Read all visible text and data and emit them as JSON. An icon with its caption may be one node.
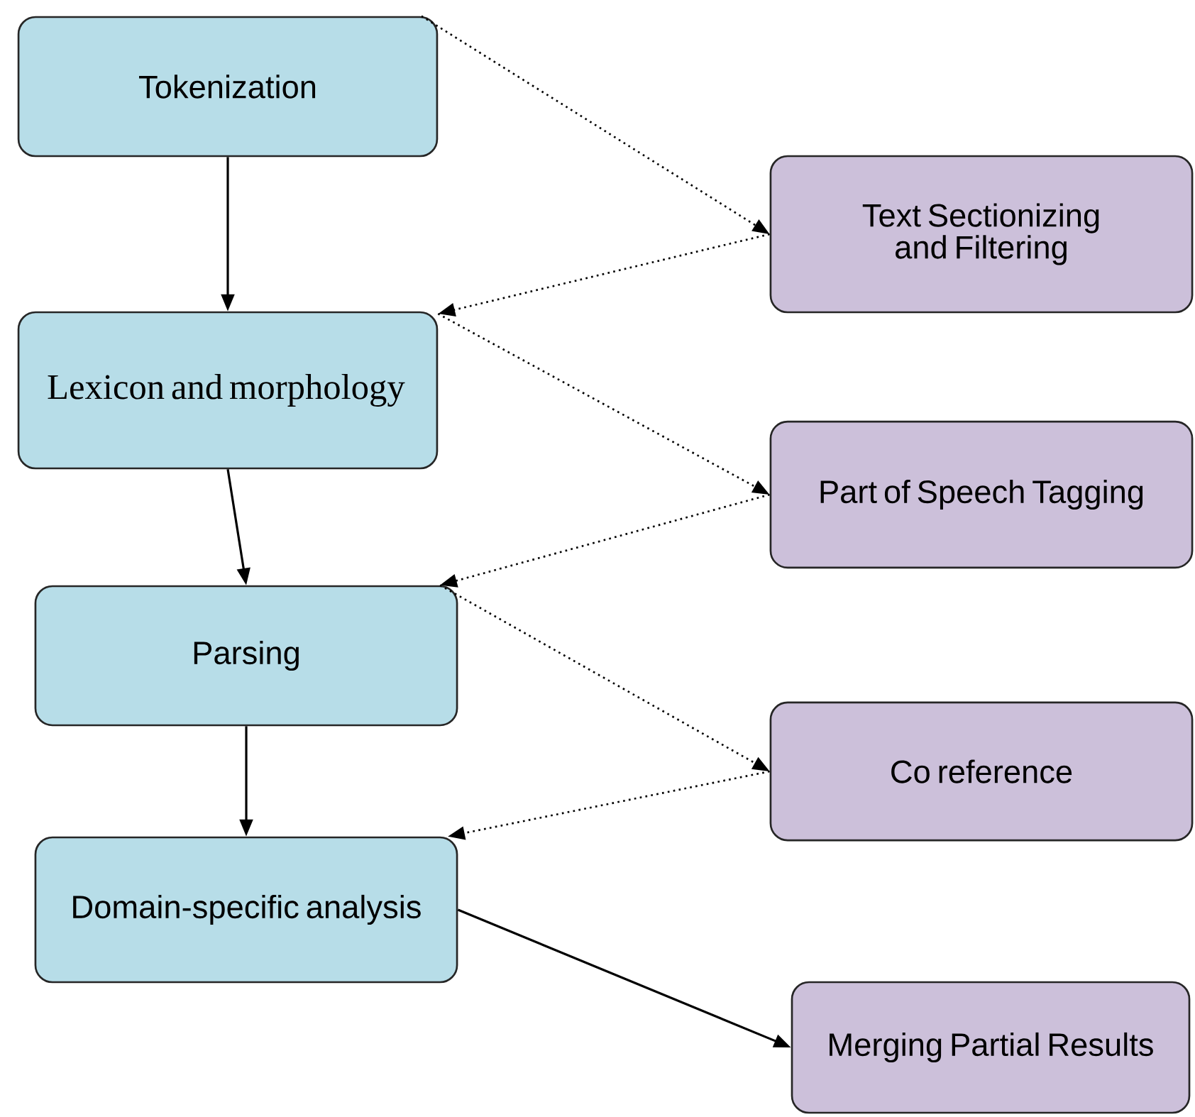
{
  "diagram": {
    "nodes": [
      {
        "text": [
          "Tokenization"
        ]
      },
      {
        "text": [
          "Text Sectionizing and Filtering"
        ]
      },
      {
        "text": [
          "Lexicon and morphology"
        ]
      },
      {
        "text": [
          "Part of Speech Tagging"
        ]
      },
      {
        "text": [
          "Parsing"
        ]
      },
      {
        "text": [
          "Co reference"
        ]
      },
      {
        "text": [
          "Domain-specific analysis"
        ]
      },
      {
        "text": [
          "Merging Partial Results"
        ]
      }
    ],
    "edges": [
      {
        "from": 0,
        "to": 2,
        "arrow": "to"
      },
      {
        "from": 2,
        "to": 4,
        "arrow": "to"
      },
      {
        "from": 4,
        "to": 6,
        "arrow": "to"
      },
      {
        "from": 6,
        "to": 7,
        "arrow": "to"
      },
      {
        "from": 0,
        "to": 1,
        "arrow": "to",
        "style": "dashed"
      },
      {
        "from": 1,
        "to": 2,
        "arrow": "to",
        "style": "dashed"
      },
      {
        "from": 2,
        "to": 3,
        "arrow": "to",
        "style": "dashed"
      },
      {
        "from": 3,
        "to": 4,
        "arrow": "to",
        "style": "dashed"
      },
      {
        "from": 4,
        "to": 5,
        "arrow": "to",
        "style": "dashed"
      },
      {
        "from": 5,
        "to": 6,
        "arrow": "to",
        "style": "dashed"
      }
    ]
  }
}
